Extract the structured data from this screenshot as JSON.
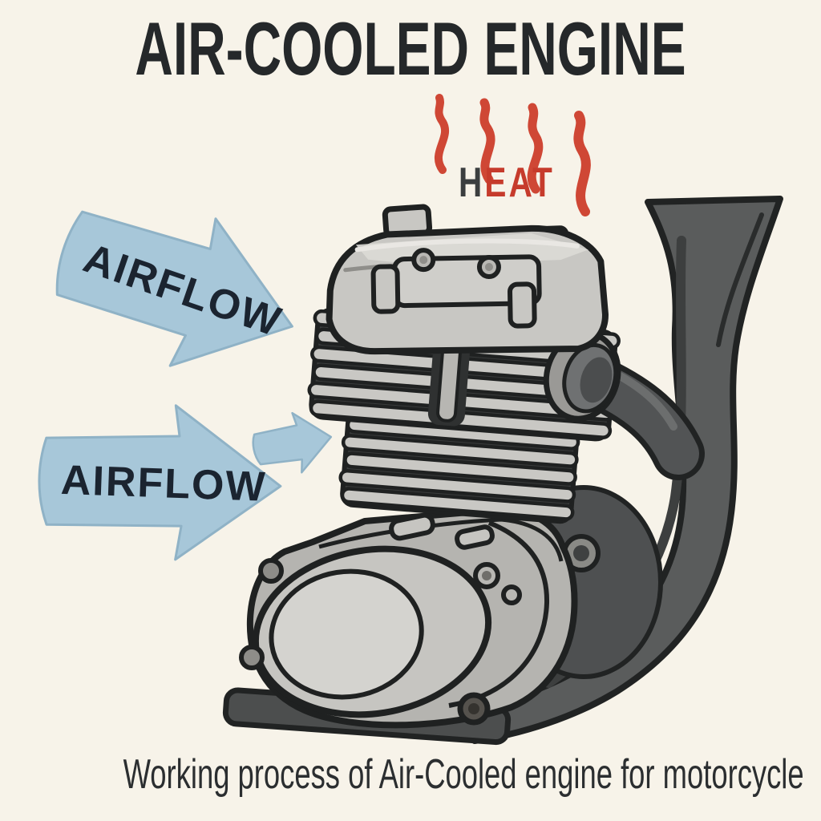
{
  "title": "AIR-COOLED ENGINE",
  "heat": {
    "first_letter": "H",
    "rest": "EAT",
    "wave_count": 4
  },
  "airflow": {
    "top_label": "AIRFLOW",
    "bottom_label": "AIRFLOW"
  },
  "caption": "Working process of Air-Cooled engine for motorcycle",
  "figure": {
    "subject": "Air-cooled single-cylinder motorcycle engine",
    "parts": [
      "valve-cover",
      "cylinder-head-fins",
      "cylinder-barrel-fins",
      "crankcase",
      "crankcase-cover",
      "exhaust-port-collar",
      "exhaust-header-pipe",
      "frame-down-tube",
      "engine-mount-bar"
    ]
  },
  "colors": {
    "background": "#f7f3e9",
    "title_text": "#25282a",
    "caption_text": "#2b2e30",
    "heat_red": "#cd3a28",
    "heat_dark_letter": "#3b3e3f",
    "airflow_arrow_blue": "#a7c7d9",
    "airflow_label_text": "#1b2430",
    "engine_metal_light": "#c9c8c4",
    "engine_metal_dark": "#3a3c3c",
    "pipe_dark_gray": "#5a5c5c",
    "outline_ink": "#1f2121"
  }
}
